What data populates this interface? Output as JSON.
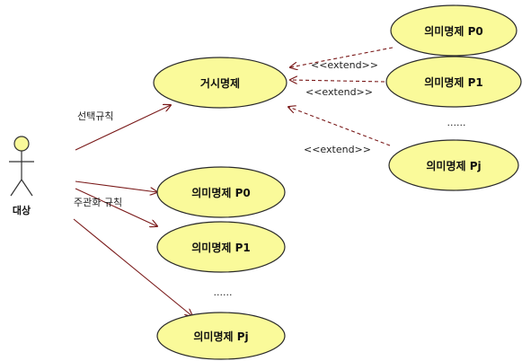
{
  "actor": {
    "label": "대상"
  },
  "relations": {
    "select_rule": "선택규칙",
    "subject_rule": "주관화 규칙",
    "extend": "<<extend>>"
  },
  "use_cases": {
    "existence": "거시명제",
    "meaning_p0_right": "의미명제 P0",
    "meaning_p1_right": "의미명제 P1",
    "meaning_pj_right": "의미명제 Pj",
    "meaning_p0_bottom": "의미명제 P0",
    "meaning_p1_bottom": "의미명제 P1",
    "meaning_pj_bottom": "의미명제 Pj"
  },
  "ellipsis": {
    "right": "......",
    "bottom": "......"
  },
  "colors": {
    "use_case_fill": "#fafa9a",
    "line": "#7a1a1a",
    "outline": "#2a2a2a"
  }
}
